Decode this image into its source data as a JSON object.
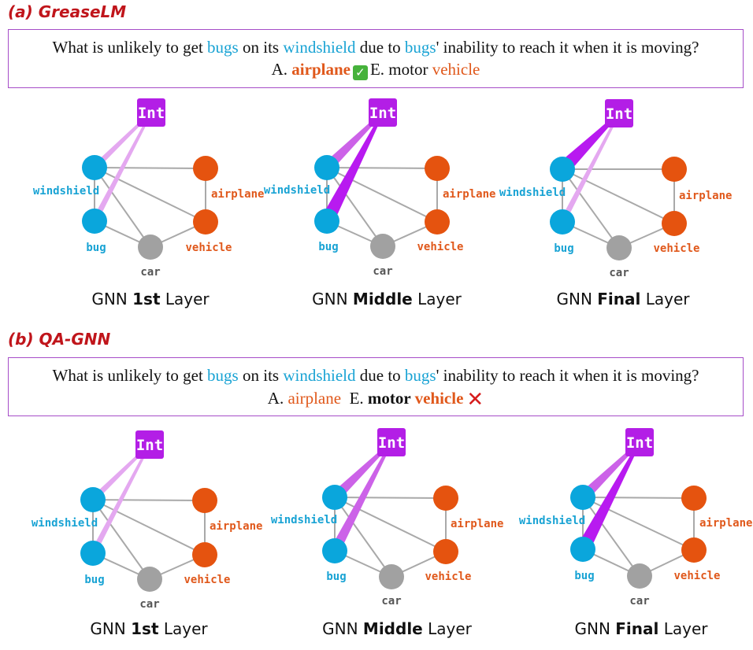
{
  "sections": [
    {
      "title": "(a) GreaseLM",
      "question": {
        "p1": "What is unlikely to get ",
        "w_bugs": "bugs",
        "p2": " on its ",
        "w_windshield": "windshield",
        "p3": " due to ",
        "w_bugs2": "bugs",
        "p4": "' inability to reach it when it is moving?"
      },
      "answers": {
        "a_prefix": "A. ",
        "a_text": "airplane",
        "e_prefix": "E. motor ",
        "e_text": "vehicle",
        "mark": "check"
      },
      "graphs": [
        {
          "caption_pre": "GNN ",
          "caption_bold": "1st",
          "caption_post": " Layer",
          "beam_windshield": "thin",
          "beam_bug": "thin"
        },
        {
          "caption_pre": "GNN ",
          "caption_bold": "Middle",
          "caption_post": " Layer",
          "beam_windshield": "medium",
          "beam_bug": "strong"
        },
        {
          "caption_pre": "GNN ",
          "caption_bold": "Final",
          "caption_post": " Layer",
          "beam_windshield": "strong",
          "beam_bug": "thin"
        }
      ]
    },
    {
      "title": "(b) QA-GNN",
      "question": {
        "p1": "What is unlikely to get ",
        "w_bugs": "bugs",
        "p2": " on its ",
        "w_windshield": "windshield",
        "p3": " due to ",
        "w_bugs2": "bugs",
        "p4": "' inability to reach it when it is moving?"
      },
      "answers": {
        "a_prefix": "A. ",
        "a_text": "airplane",
        "e_prefix": "E. ",
        "e_bold": "motor ",
        "e_text": "vehicle",
        "mark": "cross"
      },
      "graphs": [
        {
          "caption_pre": "GNN ",
          "caption_bold": "1st",
          "caption_post": " Layer",
          "beam_windshield": "thin",
          "beam_bug": "thin"
        },
        {
          "caption_pre": "GNN ",
          "caption_bold": "Middle",
          "caption_post": " Layer",
          "beam_windshield": "medium",
          "beam_bug": "medium"
        },
        {
          "caption_pre": "GNN ",
          "caption_bold": "Final",
          "caption_post": " Layer",
          "beam_windshield": "medium",
          "beam_bug": "strong"
        }
      ]
    }
  ],
  "node_labels": {
    "int": "Int",
    "windshield": "windshield",
    "airplane": "airplane",
    "bug": "bug",
    "vehicle": "vehicle",
    "car": "car"
  },
  "colors": {
    "blue_node": "#0aa6dc",
    "orange_node": "#e5530f",
    "gray_node": "#a1a1a1",
    "int_node": "#b31ee6",
    "edge": "#a9a9a9",
    "beam_thin": "#e4a8f0",
    "beam_medium": "#cc62e8",
    "beam_strong": "#b81af0",
    "label_blue": "#19a3d4",
    "label_orange": "#e0581b",
    "label_gray": "#555555",
    "title_red": "#c0151b"
  }
}
